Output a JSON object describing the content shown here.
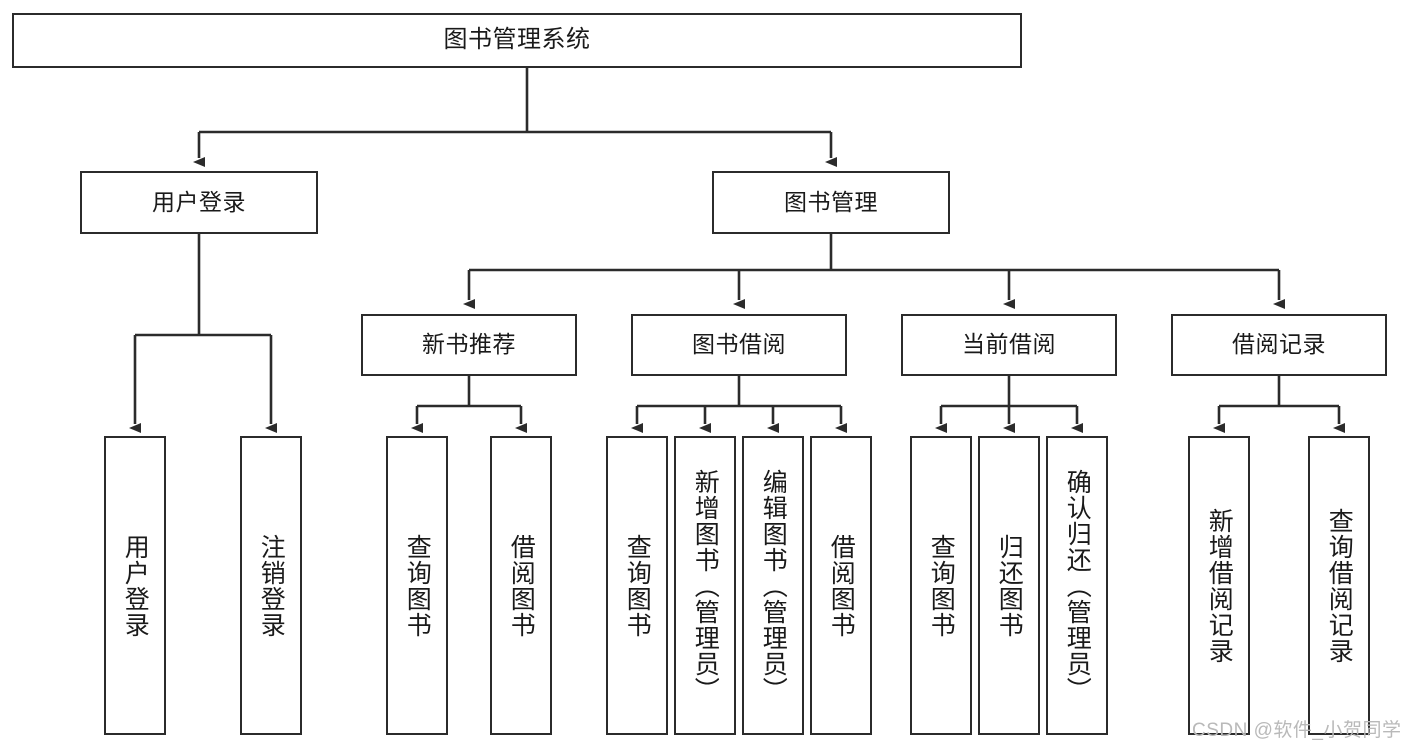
{
  "diagram": {
    "title": "图书管理系统",
    "type": "tree-hierarchy-chart",
    "orientation": "top-down",
    "colors": {
      "node_border": "#2b2b2b",
      "node_fill": "#ffffff",
      "edge": "#2b2b2b",
      "text": "#1a1a1a",
      "watermark": "#b9b9b9",
      "background": "#ffffff"
    },
    "watermark": "CSDN @软件_小贺同学"
  },
  "nodes": {
    "root": {
      "label": "图书管理系统",
      "level": 0
    },
    "level1": [
      {
        "id": "user-login",
        "label": "用户登录"
      },
      {
        "id": "book-management",
        "label": "图书管理"
      }
    ],
    "level2": [
      {
        "id": "new-book-recommend",
        "label": "新书推荐",
        "parent": "book-management"
      },
      {
        "id": "book-borrow",
        "label": "图书借阅",
        "parent": "book-management"
      },
      {
        "id": "current-borrow",
        "label": "当前借阅",
        "parent": "book-management"
      },
      {
        "id": "borrow-record",
        "label": "借阅记录",
        "parent": "book-management"
      }
    ],
    "leaves": [
      {
        "id": "leaf-user-login",
        "label": "用户登录",
        "parent": "user-login"
      },
      {
        "id": "leaf-user-logout",
        "label": "注销登录",
        "parent": "user-login"
      },
      {
        "id": "leaf-query-book-1",
        "label": "查询图书",
        "parent": "new-book-recommend"
      },
      {
        "id": "leaf-borrow-book-1",
        "label": "借阅图书",
        "parent": "new-book-recommend"
      },
      {
        "id": "leaf-query-book-2",
        "label": "查询图书",
        "parent": "book-borrow"
      },
      {
        "id": "leaf-add-book",
        "label": "新增图书（管理员）",
        "parent": "book-borrow"
      },
      {
        "id": "leaf-edit-book",
        "label": "编辑图书（管理员）",
        "parent": "book-borrow"
      },
      {
        "id": "leaf-borrow-book-2",
        "label": "借阅图书",
        "parent": "book-borrow"
      },
      {
        "id": "leaf-query-book-3",
        "label": "查询图书",
        "parent": "current-borrow"
      },
      {
        "id": "leaf-return-book",
        "label": "归还图书",
        "parent": "current-borrow"
      },
      {
        "id": "leaf-confirm-return",
        "label": "确认归还（管理员）",
        "parent": "current-borrow"
      },
      {
        "id": "leaf-add-record",
        "label": "新增借阅记录",
        "parent": "borrow-record"
      },
      {
        "id": "leaf-query-record",
        "label": "查询借阅记录",
        "parent": "borrow-record"
      }
    ]
  }
}
